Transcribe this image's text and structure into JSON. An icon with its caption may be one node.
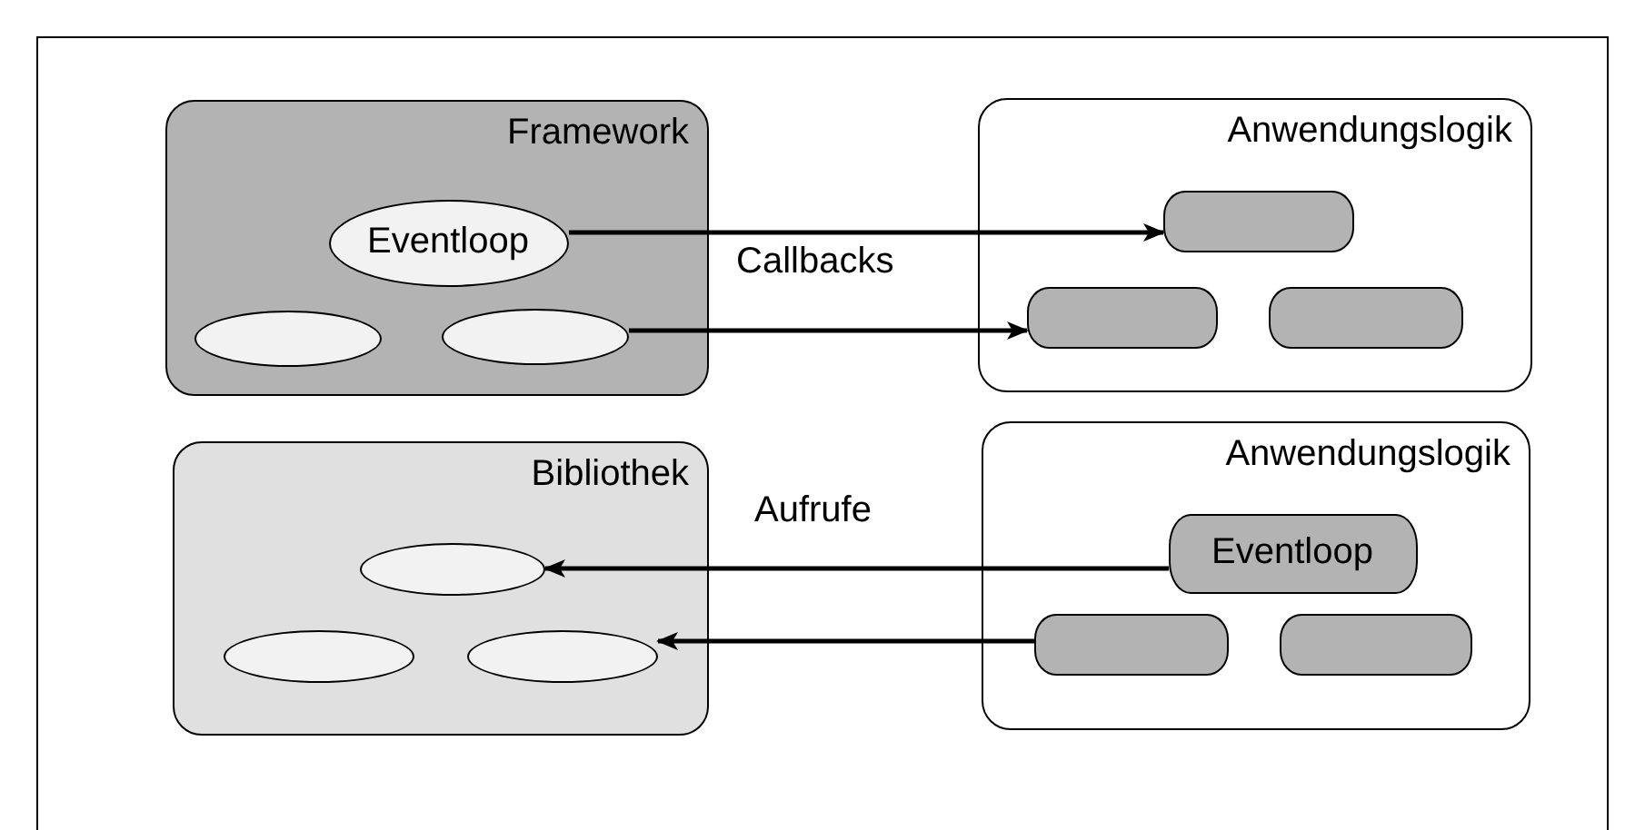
{
  "diagram": {
    "nodes": [
      {
        "text": [
          "Framework"
        ]
      },
      {
        "text": [
          "Eventloop"
        ],
        "in": 0
      },
      {
        "text": [],
        "shape": "oval",
        "in": 0
      },
      {
        "text": [],
        "shape": "oval",
        "in": 0
      },
      {
        "text": [
          "Anwendungslogik"
        ]
      },
      {
        "text": [],
        "shape": "box",
        "in": 4
      },
      {
        "text": [],
        "shape": "box",
        "in": 4
      },
      {
        "text": [],
        "shape": "box",
        "in": 4
      },
      {
        "text": [
          "Bibliothek"
        ]
      },
      {
        "text": [],
        "shape": "oval",
        "in": 8
      },
      {
        "text": [],
        "shape": "oval",
        "in": 8
      },
      {
        "text": [],
        "shape": "oval",
        "in": 8
      },
      {
        "text": [
          "Anwendungslogik"
        ]
      },
      {
        "text": [
          "Eventloop"
        ],
        "in": 12
      },
      {
        "text": [],
        "shape": "box",
        "in": 12
      },
      {
        "text": [],
        "shape": "box",
        "in": 12
      }
    ],
    "edges": [
      {
        "from": 1,
        "to": 5,
        "arrow": "to"
      },
      {
        "from": 3,
        "to": 6,
        "arrow": "to"
      },
      {
        "from": 13,
        "to": 9,
        "arrow": "to"
      },
      {
        "from": 14,
        "to": 11,
        "arrow": "to"
      }
    ],
    "labels": [
      "Callbacks",
      "Aufrufe"
    ]
  }
}
